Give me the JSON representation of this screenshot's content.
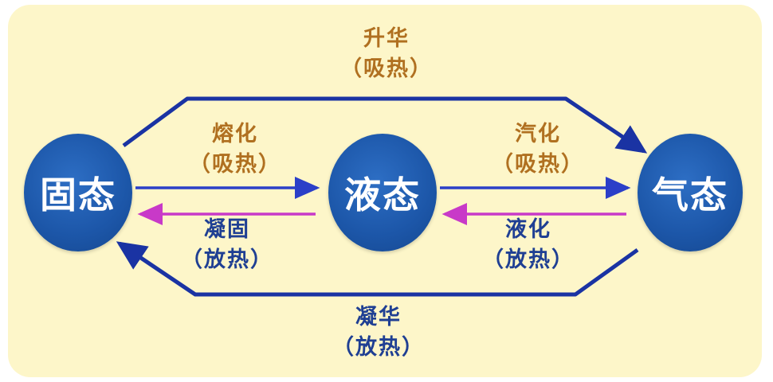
{
  "colors": {
    "panel_background": "#fdf6c9",
    "circle_fill": "#1c56a8",
    "forward_arrow": "#2b3fc8",
    "reverse_arrow": "#c839c8",
    "outer_arrow": "#1a33a3",
    "heat_absorb_text": "#b07020",
    "heat_release_text": "#1f3f93"
  },
  "states": {
    "solid": "固态",
    "liquid": "液态",
    "gas": "气态"
  },
  "transitions": {
    "sublimation": {
      "name": "升华",
      "heat": "（吸热）"
    },
    "melting": {
      "name": "熔化",
      "heat": "（吸热）"
    },
    "vaporization": {
      "name": "汽化",
      "heat": "（吸热）"
    },
    "freezing": {
      "name": "凝固",
      "heat": "（放热）"
    },
    "condensation": {
      "name": "液化",
      "heat": "（放热）"
    },
    "deposition": {
      "name": "凝华",
      "heat": "（放热）"
    }
  }
}
